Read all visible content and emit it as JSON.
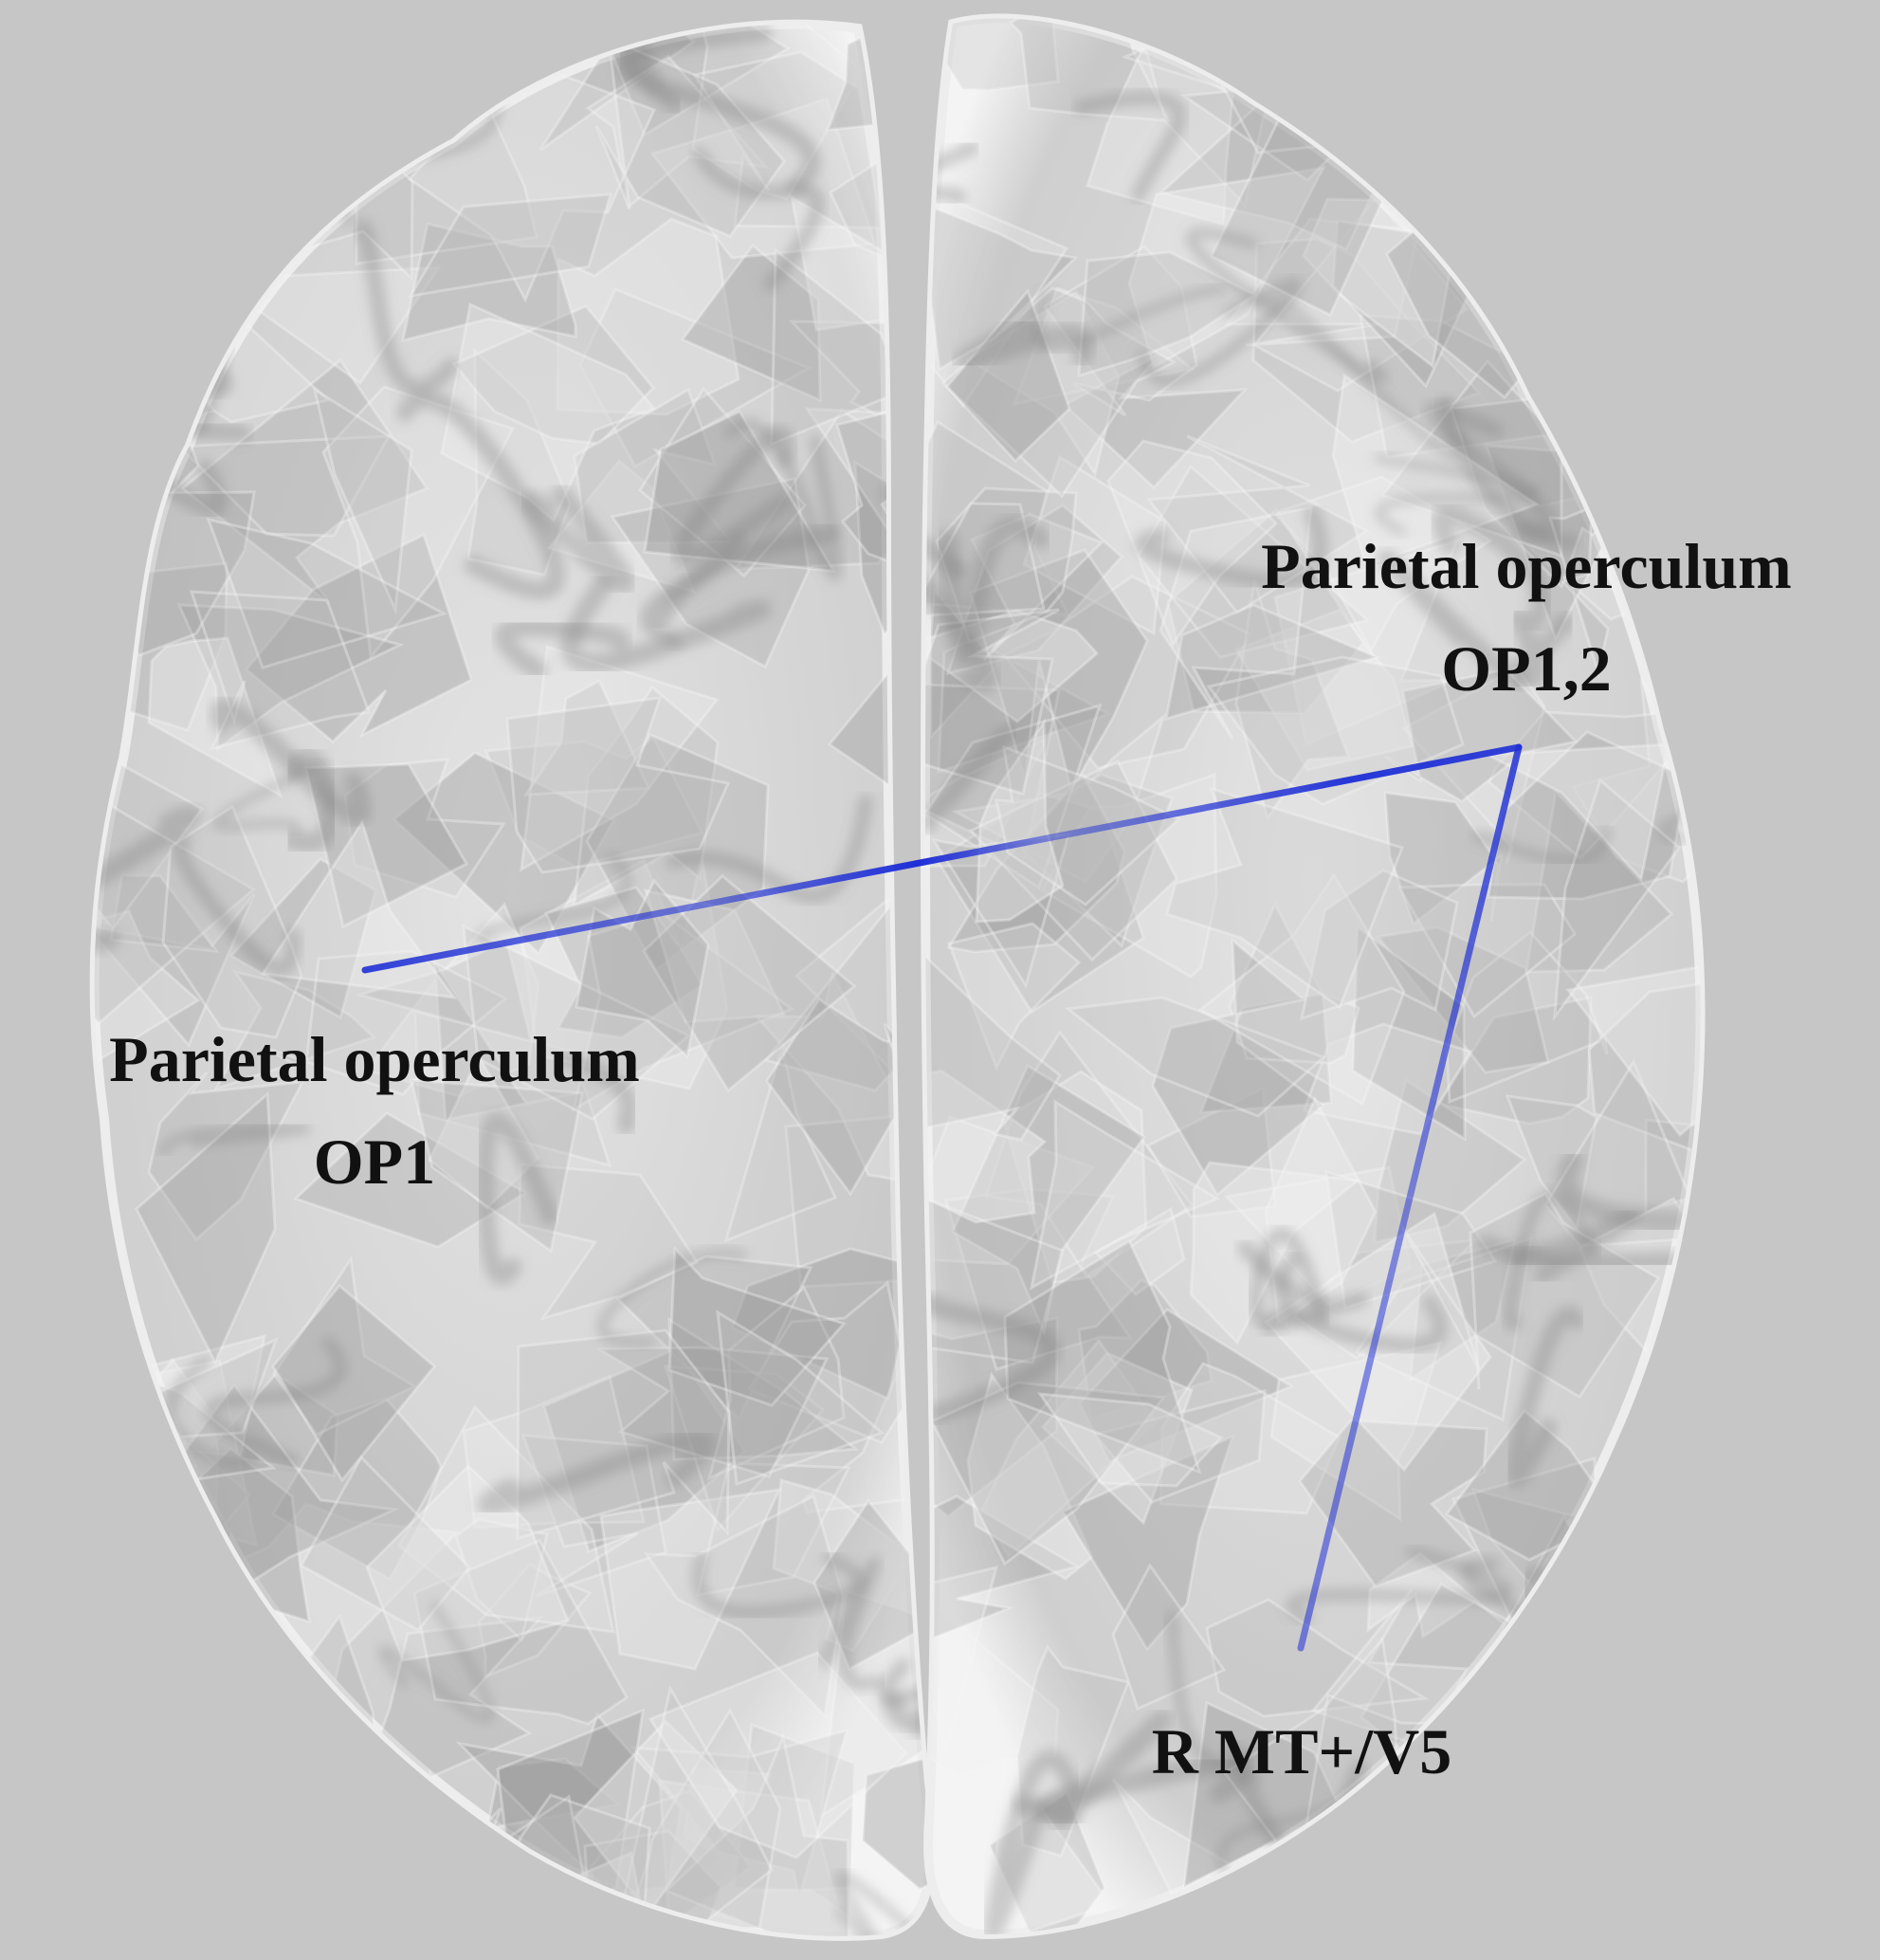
{
  "colors": {
    "background": "#c6c6c6",
    "cortex_light": "#f2f2f2",
    "cortex_mid": "#d8d8d8",
    "cortex_dark": "#8a8a8a",
    "connection": "#1e2fd6",
    "label": "#111111"
  },
  "labels": {
    "left_op": {
      "line1": "Parietal operculum",
      "line2": "OP1"
    },
    "right_op": {
      "line1": "Parietal operculum",
      "line2": "OP1,2"
    },
    "right_mt": {
      "line1": "R MT+/V5"
    }
  },
  "connections": [
    {
      "from": "left_op",
      "to": "right_op"
    },
    {
      "from": "right_op",
      "to": "right_mt"
    }
  ]
}
